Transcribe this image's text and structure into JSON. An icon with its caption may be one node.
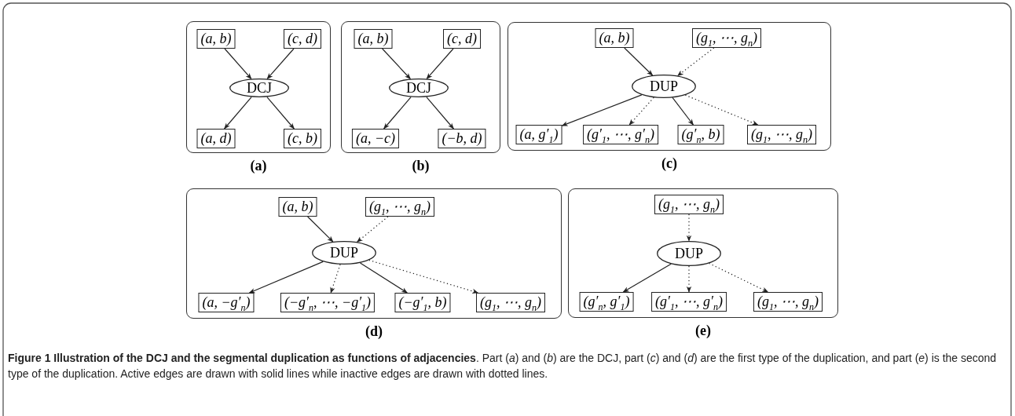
{
  "diagram": {
    "caption": "**Figure 1 Illustration of the DCJ and the segmental duplication as functions of adjacencies**. Part (*a*) and (*b*) are the DCJ, part (*c*) and (*d*) are the first type of the duplication, and part (*e*) is the second type of the duplication. Active edges are drawn with solid lines while inactive edges are drawn with dotted lines.",
    "nodes": [
      {
        "text": [],
        "shape": "box",
        "beside": [
          "(a)"
        ]
      },
      {
        "text": [
          "(a, b)"
        ],
        "in": 0
      },
      {
        "text": [
          "(c, d)"
        ],
        "in": 0
      },
      {
        "text": [
          "DCJ"
        ],
        "in": 0
      },
      {
        "text": [
          "(a, d)"
        ],
        "in": 0
      },
      {
        "text": [
          "(c, b)"
        ],
        "in": 0
      },
      {
        "text": [],
        "shape": "box",
        "beside": [
          "(b)"
        ]
      },
      {
        "text": [
          "(a, b)"
        ],
        "in": 6
      },
      {
        "text": [
          "(c, d)"
        ],
        "in": 6
      },
      {
        "text": [
          "DCJ"
        ],
        "in": 6
      },
      {
        "text": [
          "(a, −c)"
        ],
        "in": 6
      },
      {
        "text": [
          "(−b, d)"
        ],
        "in": 6
      },
      {
        "text": [],
        "shape": "box",
        "beside": [
          "(c)"
        ]
      },
      {
        "text": [
          "(a, b)"
        ],
        "in": 12
      },
      {
        "text": [
          "(g$_{1}$, ⋯, g$_{n}$)"
        ],
        "in": 12
      },
      {
        "text": [
          "DUP"
        ],
        "in": 12
      },
      {
        "text": [
          "(a, g′$_{1}$)"
        ],
        "in": 12
      },
      {
        "text": [
          "(g′$_{1}$, ⋯, g′$_{n}$)"
        ],
        "in": 12
      },
      {
        "text": [
          "(g′$_{n}$, b)"
        ],
        "in": 12
      },
      {
        "text": [
          "(g$_{1}$, ⋯, g$_{n}$)"
        ],
        "in": 12
      },
      {
        "text": [],
        "shape": "box",
        "beside": [
          "(d)"
        ]
      },
      {
        "text": [
          "(a, b)"
        ],
        "in": 20
      },
      {
        "text": [
          "(g$_{1}$, ⋯, g$_{n}$)"
        ],
        "in": 20
      },
      {
        "text": [
          "DUP"
        ],
        "in": 20
      },
      {
        "text": [
          "(a, −g′$_{n}$)"
        ],
        "in": 20
      },
      {
        "text": [
          "(−g′$_{n}$, ⋯, −g′$_{1}$)"
        ],
        "in": 20
      },
      {
        "text": [
          "(−g′$_{1}$, b)"
        ],
        "in": 20
      },
      {
        "text": [
          "(g$_{1}$, ⋯, g$_{n}$)"
        ],
        "in": 20
      },
      {
        "text": [],
        "shape": "box",
        "beside": [
          "(e)"
        ]
      },
      {
        "text": [
          "(g$_{1}$, ⋯, g$_{n}$)"
        ],
        "in": 28
      },
      {
        "text": [
          "DUP"
        ],
        "in": 28
      },
      {
        "text": [
          "(g′$_{n}$, g′$_{1}$)"
        ],
        "in": 28
      },
      {
        "text": [
          "(g′$_{1}$, ⋯, g′$_{n}$)"
        ],
        "in": 28
      },
      {
        "text": [
          "(g$_{1}$, ⋯, g$_{n}$)"
        ],
        "in": 28
      }
    ],
    "edges": [
      {
        "from": 1,
        "to": 3,
        "arrow": "to"
      },
      {
        "from": 2,
        "to": 3,
        "arrow": "to"
      },
      {
        "from": 3,
        "to": 4,
        "arrow": "to"
      },
      {
        "from": 3,
        "to": 5,
        "arrow": "to"
      },
      {
        "from": 7,
        "to": 9,
        "arrow": "to"
      },
      {
        "from": 8,
        "to": 9,
        "arrow": "to"
      },
      {
        "from": 9,
        "to": 10,
        "arrow": "to"
      },
      {
        "from": 9,
        "to": 11,
        "arrow": "to"
      },
      {
        "from": 13,
        "to": 15,
        "arrow": "to"
      },
      {
        "from": 14,
        "to": 15,
        "arrow": "to",
        "style": "dashed"
      },
      {
        "from": 15,
        "to": 16,
        "arrow": "to"
      },
      {
        "from": 15,
        "to": 17,
        "arrow": "to",
        "style": "dashed"
      },
      {
        "from": 15,
        "to": 18,
        "arrow": "to"
      },
      {
        "from": 15,
        "to": 19,
        "arrow": "to",
        "style": "dashed"
      },
      {
        "from": 21,
        "to": 23,
        "arrow": "to"
      },
      {
        "from": 22,
        "to": 23,
        "arrow": "to",
        "style": "dashed"
      },
      {
        "from": 23,
        "to": 24,
        "arrow": "to"
      },
      {
        "from": 23,
        "to": 25,
        "arrow": "to",
        "style": "dashed"
      },
      {
        "from": 23,
        "to": 26,
        "arrow": "to"
      },
      {
        "from": 23,
        "to": 27,
        "arrow": "to",
        "style": "dashed"
      },
      {
        "from": 29,
        "to": 30,
        "arrow": "to",
        "style": "dashed"
      },
      {
        "from": 30,
        "to": 31,
        "arrow": "to"
      },
      {
        "from": 30,
        "to": 32,
        "arrow": "to",
        "style": "dashed"
      },
      {
        "from": 30,
        "to": 33,
        "arrow": "to",
        "style": "dashed"
      }
    ]
  }
}
